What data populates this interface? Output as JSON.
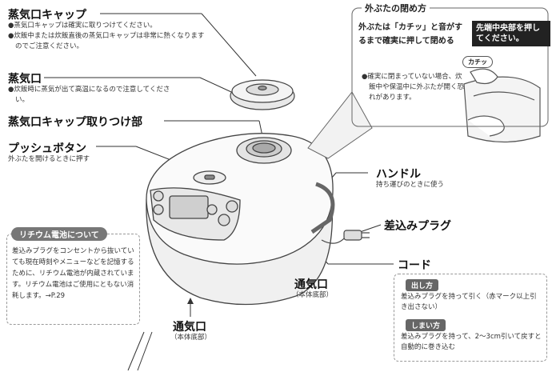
{
  "steam_cap": {
    "title": "蒸気口キャップ",
    "notes": [
      "●蒸気口キャップは確実に取りつけてください。",
      "●炊飯中または炊飯直後の蒸気口キャップは非常に熱くなりますのでご注意ください。"
    ]
  },
  "steam_vent": {
    "title": "蒸気口",
    "notes": [
      "●炊飯時に蒸気が出て高温になるので注意してください。"
    ]
  },
  "cap_mount": {
    "title": "蒸気口キャップ取りつけ部"
  },
  "push_button": {
    "title": "プッシュボタン",
    "desc": "外ぶたを開けるときに押す"
  },
  "lid_closing": {
    "title": "外ぶたの閉め方",
    "instruction": "外ぶたは「カチッ」と音がするまで確実に押して閉める",
    "callout": "先端中央部を押してください。",
    "sound": "カチッ",
    "warning": "●確実に閉まっていない場合、炊飯中や保温中に外ぶたが開く恐れがあります。"
  },
  "handle": {
    "title": "ハンドル",
    "desc": "持ち運びのときに使う"
  },
  "plug": {
    "title": "差込みプラグ"
  },
  "cord": {
    "title": "コード",
    "out_label": "出し方",
    "out_text": "差込みプラグを持って引く（赤マーク以上引き出さない）",
    "in_label": "しまい方",
    "in_text": "差込みプラグを持って、2～3cm引いて戻すと自動的に巻き込む"
  },
  "battery": {
    "title": "リチウム電池について",
    "text": "差込みプラグをコンセントから抜いていても現在時刻やメニューなどを記憶するために、リチウム電池が内蔵されています。リチウム電池はご使用にともない消耗します。→P.29"
  },
  "vent_bottom1": {
    "title": "通気口",
    "sub": "（本体底部）"
  },
  "vent_bottom2": {
    "title": "通気口",
    "sub": "（本体底部）"
  }
}
